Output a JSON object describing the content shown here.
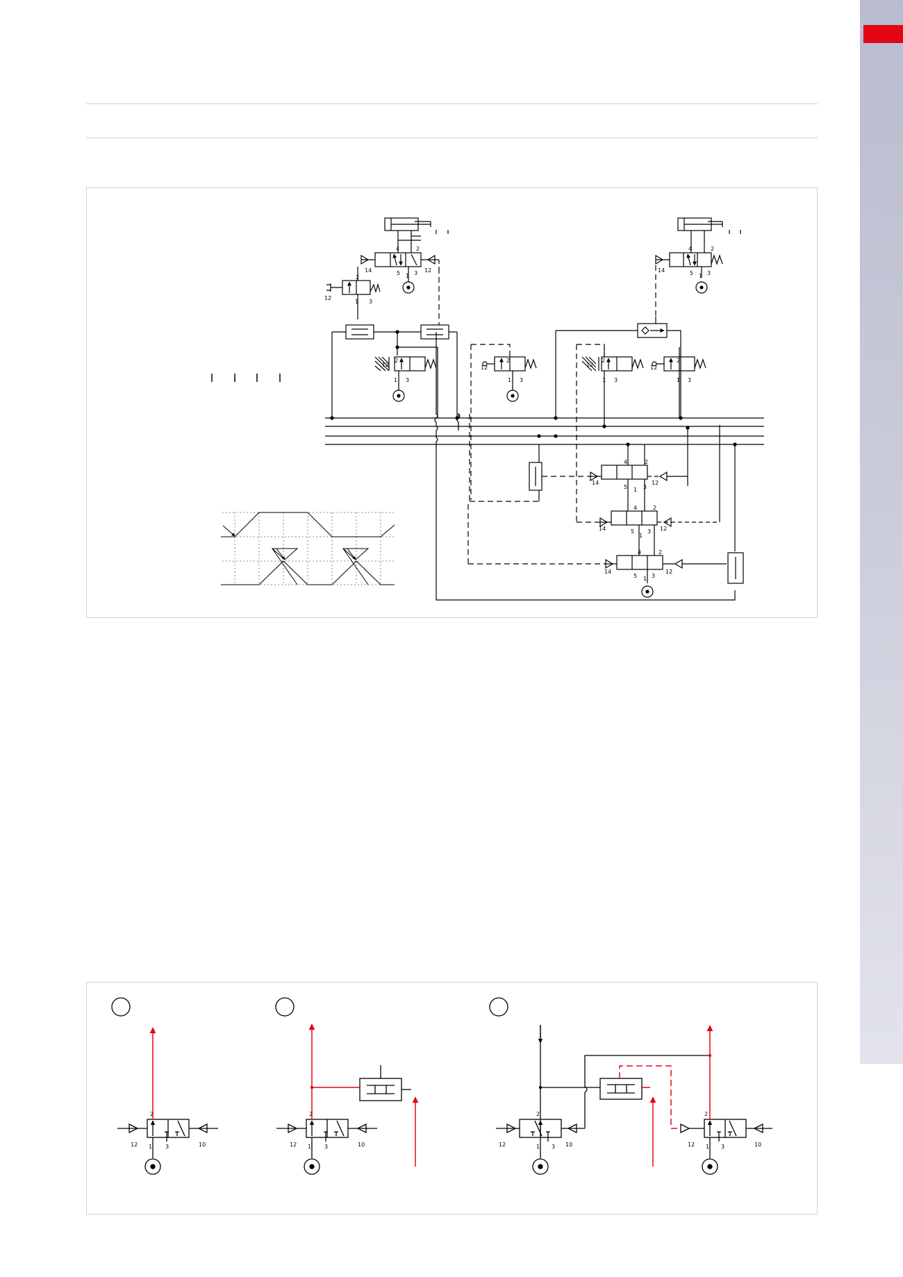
{
  "ports": {
    "p1": "1",
    "p2": "2",
    "p3": "3",
    "p4": "4",
    "p5": "5",
    "p10": "10",
    "p12": "12",
    "p14": "14"
  },
  "colors": {
    "accent": "#e30613",
    "line": "#000000",
    "flow": "#e30613"
  }
}
